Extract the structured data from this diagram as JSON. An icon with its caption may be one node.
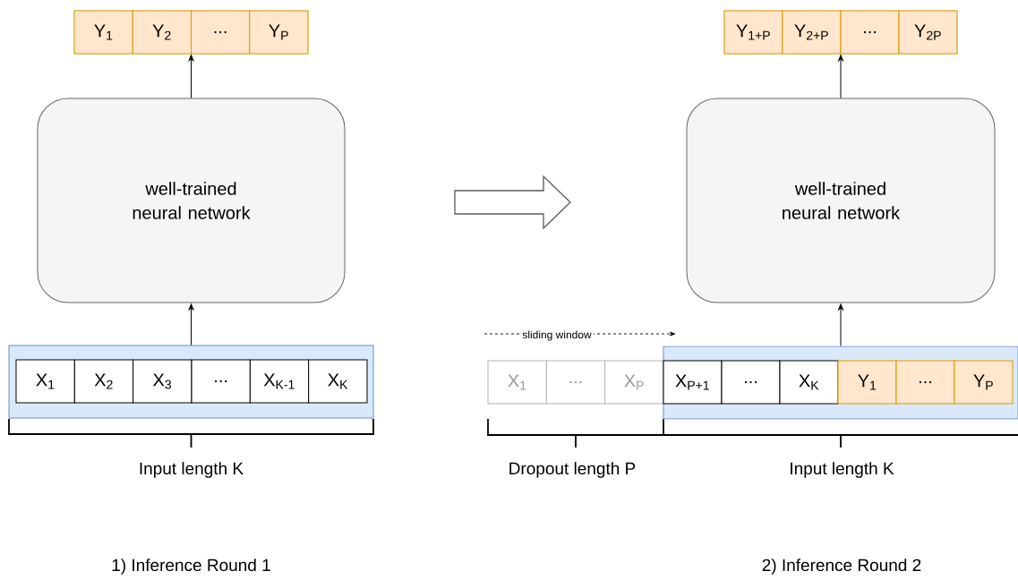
{
  "diagram": {
    "nodes": [
      {
        "text": [],
        "shape": "box"
      },
      {
        "text": [
          "Y$_{1}$"
        ],
        "in": 0
      },
      {
        "text": [
          "Y$_{2}$"
        ],
        "in": 0
      },
      {
        "text": [
          "..."
        ],
        "in": 0
      },
      {
        "text": [
          "Y$_{P}$"
        ],
        "in": 0
      },
      {
        "text": [
          "well-trained neural network"
        ]
      },
      {
        "text": [],
        "shape": "box"
      },
      {
        "text": [
          "X$_{1}$"
        ],
        "in": 6
      },
      {
        "text": [
          "X$_{2}$"
        ],
        "in": 6
      },
      {
        "text": [
          "X$_{3}$"
        ],
        "in": 6
      },
      {
        "text": [
          "..."
        ],
        "in": 6
      },
      {
        "text": [
          "X$_{K-1}$"
        ],
        "in": 6
      },
      {
        "text": [
          "X$_{K}$"
        ],
        "in": 6
      },
      {
        "text": [],
        "shape": "box"
      },
      {
        "text": [
          "Y$_{1+P}$"
        ],
        "in": 13
      },
      {
        "text": [
          "Y$_{2+P}$"
        ],
        "in": 13
      },
      {
        "text": [
          "..."
        ],
        "in": 13
      },
      {
        "text": [
          "Y$_{2P}$"
        ],
        "in": 13
      },
      {
        "text": [
          "well-trained neural network"
        ]
      },
      {
        "text": [
          "X$_{1}$"
        ]
      },
      {
        "text": [
          "..."
        ]
      },
      {
        "text": [
          "X$_{P}$"
        ]
      },
      {
        "text": [],
        "shape": "box"
      },
      {
        "text": [
          "X$_{P+1}$"
        ],
        "in": 22
      },
      {
        "text": [
          "..."
        ],
        "in": 22
      },
      {
        "text": [
          "X$_{K}$"
        ],
        "in": 22
      },
      {
        "text": [
          "Y$_{1}$"
        ],
        "in": 22
      },
      {
        "text": [
          "..."
        ],
        "in": 22
      },
      {
        "text": [
          "Y$_{P}$"
        ],
        "in": 22
      }
    ],
    "edges": [
      {
        "from": 5,
        "to": 0,
        "arrow": "to"
      },
      {
        "from": 6,
        "to": 5,
        "arrow": "to"
      },
      {
        "from": 18,
        "to": 13,
        "arrow": "to"
      },
      {
        "from": 22,
        "to": 18,
        "arrow": "to"
      }
    ],
    "labels": [
      "sliding window",
      "Input length K",
      "Dropout length P",
      "Input length K",
      "1) Inference Round 1",
      "2) Inference Round 2"
    ]
  }
}
